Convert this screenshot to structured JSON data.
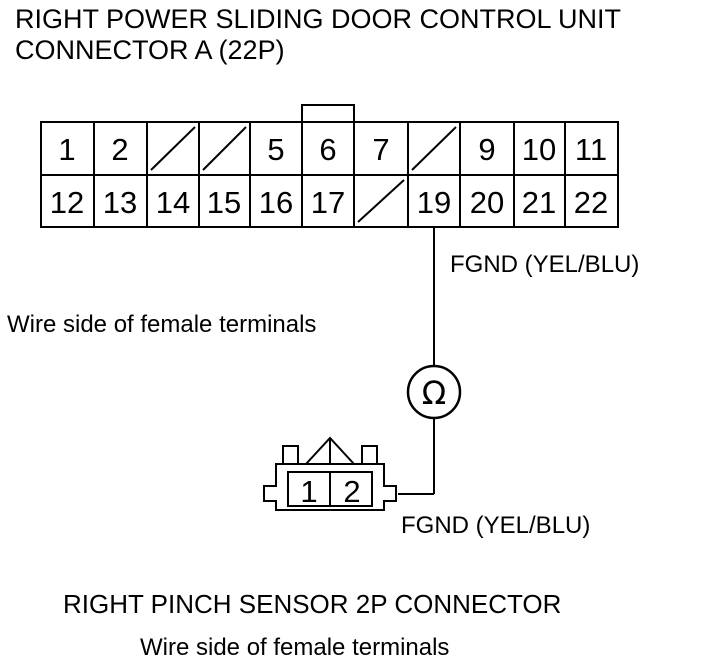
{
  "connector_a": {
    "title_line1": "RIGHT POWER SLIDING DOOR CONTROL UNIT",
    "title_line2": "CONNECTOR A (22P)",
    "caption": "Wire side of female terminals",
    "row1": [
      "1",
      "2",
      "",
      "",
      "5",
      "6",
      "7",
      "",
      "9",
      "10",
      "11"
    ],
    "row2": [
      "12",
      "13",
      "14",
      "15",
      "16",
      "17",
      "",
      "19",
      "20",
      "21",
      "22"
    ],
    "wire_label": "FGND (YEL/BLU)"
  },
  "meter": {
    "symbol": "Ω"
  },
  "connector_b": {
    "pins": [
      "1",
      "2"
    ],
    "wire_label": "FGND (YEL/BLU)",
    "title": "RIGHT PINCH SENSOR 2P CONNECTOR",
    "caption": "Wire side of female terminals"
  }
}
